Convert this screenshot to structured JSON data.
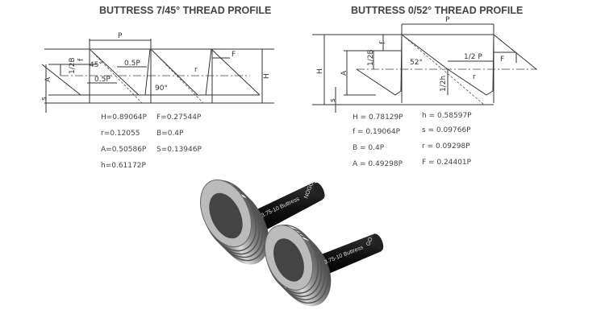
{
  "left_profile": {
    "title": "BUTTRESS 7/45° THREAD PROFILE",
    "labels": {
      "P": "P",
      "half_p_top": "0.5P",
      "half_p_bottom": "0.5P",
      "f": "f",
      "half_b": "1/2B",
      "a": "A",
      "s": "s",
      "h": "H",
      "F": "F",
      "r": "r",
      "angle45": "45°",
      "angle90": "90°"
    },
    "formulas": [
      "H=0.89064P",
      "F=0.27544P",
      "r=0.12055",
      "B=0.4P",
      "A=0.50586P",
      "S=0.13946P",
      "h=0.61172P"
    ]
  },
  "right_profile": {
    "title": "BUTTRESS  0/52° THREAD PROFILE",
    "labels": {
      "P": "P",
      "half_p": "1/2 P",
      "F": "F",
      "f": "f",
      "half_b": "1/2B",
      "a": "A",
      "h": "H",
      "half_h": "1/2h",
      "s": "s",
      "r": "r",
      "angle52": "52°"
    },
    "formulas": [
      "H  =  0.78129P",
      "h  =  0.58597P",
      "f  =    0.19064P",
      "s  =  0.09766P",
      "B  =  0.4P",
      "r  =  0.09298P",
      "A  =  0.49298P",
      "F  =  0.24401P"
    ]
  },
  "gauges": [
    {
      "engraving": "3.75-10 Buttress",
      "tag": "NOGO"
    },
    {
      "engraving": "3.75-10 Buttress",
      "tag": "GO"
    }
  ]
}
